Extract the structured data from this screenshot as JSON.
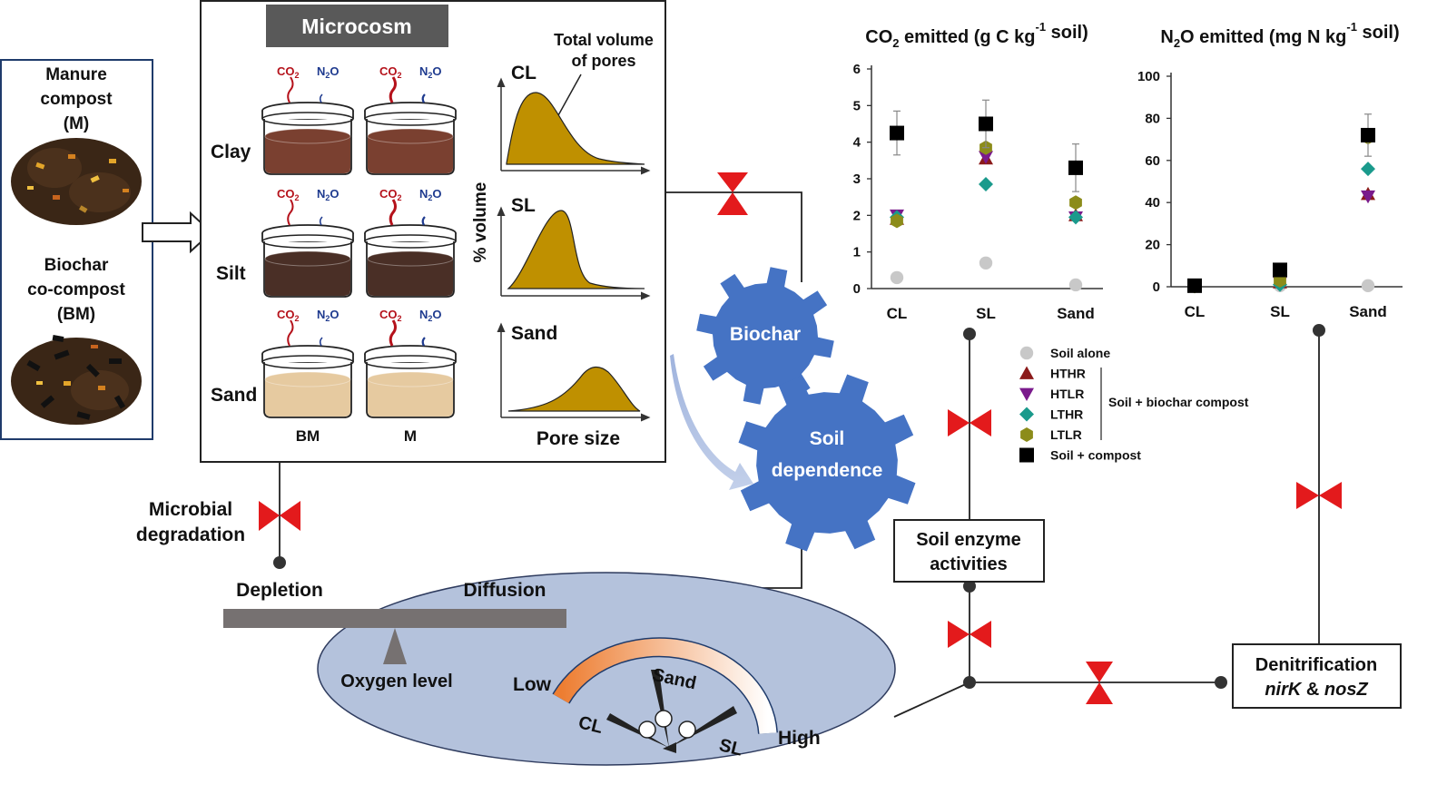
{
  "inputs": {
    "manure": [
      "Manure",
      "compost",
      "(M)"
    ],
    "biochar": [
      "Biochar",
      "co-compost",
      "(BM)"
    ]
  },
  "microcosm": {
    "title": "Microcosm",
    "soils": [
      "Clay",
      "Silt",
      "Sand"
    ],
    "columns": [
      "BM",
      "M"
    ],
    "gas_co2": "CO",
    "gas_n2o": "N",
    "gas_sub2": "2",
    "gas_o": "O",
    "pore_annotation": [
      "Total volume",
      "of pores"
    ],
    "pore_panels": [
      "CL",
      "SL",
      "Sand"
    ],
    "pore_ylabel": "% volume",
    "pore_xlabel": "Pore size"
  },
  "gears": {
    "biochar": "Biochar",
    "soil": [
      "Soil",
      "dependence"
    ]
  },
  "process": {
    "microbial": [
      "Microbial",
      "degradation"
    ],
    "depletion": "Depletion",
    "diffusion": "Diffusion",
    "oxygen": "Oxygen level",
    "gauge_low": "Low",
    "gauge_high": "High",
    "needles": [
      "CL",
      "Sand",
      "SL"
    ],
    "enzyme": [
      "Soil enzyme",
      "activities"
    ],
    "denit_line1": "Denitrification",
    "denit_gene1": "nirK",
    "denit_amp": " & ",
    "denit_gene2": "nosZ"
  },
  "colors": {
    "gear": "#4573c4",
    "soil_clay": "#7a4030",
    "soil_silt": "#4a2f26",
    "soil_sand": "#e6caa0",
    "pore_fill": "#bf9000",
    "ellipse": "#b4c2dc",
    "valve": "#e31a1c"
  },
  "chart_data": [
    {
      "type": "scatter",
      "title_parts": [
        "CO",
        "2",
        " emitted (g C kg",
        "-1",
        " soil)"
      ],
      "categories": [
        "CL",
        "SL",
        "Sand"
      ],
      "ylim": [
        0,
        6
      ],
      "yticks": [
        0,
        1,
        2,
        3,
        4,
        5,
        6
      ],
      "series": [
        {
          "name": "Soil alone",
          "marker": "circle",
          "color": "#c8c8c8",
          "values": [
            0.3,
            0.7,
            0.1
          ],
          "err": [
            0,
            0,
            0
          ]
        },
        {
          "name": "HTHR",
          "marker": "triangle-up",
          "color": "#8b1a1a",
          "values": [
            1.9,
            3.55,
            2.0
          ],
          "err": [
            0,
            0,
            0
          ]
        },
        {
          "name": "HTLR",
          "marker": "triangle-down",
          "color": "#7a1a8c",
          "values": [
            2.0,
            3.6,
            1.95
          ],
          "err": [
            0,
            0,
            0
          ]
        },
        {
          "name": "LTHR",
          "marker": "diamond",
          "color": "#1a9a8c",
          "values": [
            1.95,
            2.85,
            1.95
          ],
          "err": [
            0,
            0,
            0
          ]
        },
        {
          "name": "LTLR",
          "marker": "hexagon",
          "color": "#8c8c1a",
          "values": [
            1.85,
            3.85,
            2.35
          ],
          "err": [
            0,
            0,
            0
          ]
        },
        {
          "name": "Soil + compost",
          "marker": "square",
          "color": "#000000",
          "values": [
            4.25,
            4.5,
            3.3
          ],
          "err": [
            0.6,
            0.65,
            0.65
          ]
        }
      ]
    },
    {
      "type": "scatter",
      "title_parts": [
        "N",
        "2",
        "O emitted (mg N kg",
        "-1",
        " soil)"
      ],
      "categories": [
        "CL",
        "SL",
        "Sand"
      ],
      "ylim": [
        0,
        100
      ],
      "yticks": [
        0,
        20,
        40,
        60,
        80,
        100
      ],
      "series": [
        {
          "name": "Soil alone",
          "marker": "circle",
          "color": "#c8c8c8",
          "values": [
            0.3,
            0.5,
            0.5
          ],
          "err": [
            0,
            0,
            0
          ]
        },
        {
          "name": "HTHR",
          "marker": "triangle-up",
          "color": "#8b1a1a",
          "values": [
            0.3,
            2,
            44
          ],
          "err": [
            0,
            0,
            0
          ]
        },
        {
          "name": "HTLR",
          "marker": "triangle-down",
          "color": "#7a1a8c",
          "values": [
            0.3,
            2,
            43
          ],
          "err": [
            0,
            0,
            0
          ]
        },
        {
          "name": "LTHR",
          "marker": "diamond",
          "color": "#1a9a8c",
          "values": [
            0.3,
            1,
            56
          ],
          "err": [
            0,
            0,
            0
          ]
        },
        {
          "name": "LTLR",
          "marker": "hexagon",
          "color": "#8c8c1a",
          "values": [
            0.3,
            3,
            71
          ],
          "err": [
            0,
            0,
            0
          ]
        },
        {
          "name": "Soil + compost",
          "marker": "square",
          "color": "#000000",
          "values": [
            0.5,
            8,
            72
          ],
          "err": [
            0,
            0,
            10
          ]
        }
      ]
    }
  ],
  "legend": {
    "items": [
      "Soil alone",
      "HTHR",
      "HTLR",
      "LTHR",
      "LTLR",
      "Soil + compost"
    ],
    "group_label": "Soil + biochar compost"
  }
}
